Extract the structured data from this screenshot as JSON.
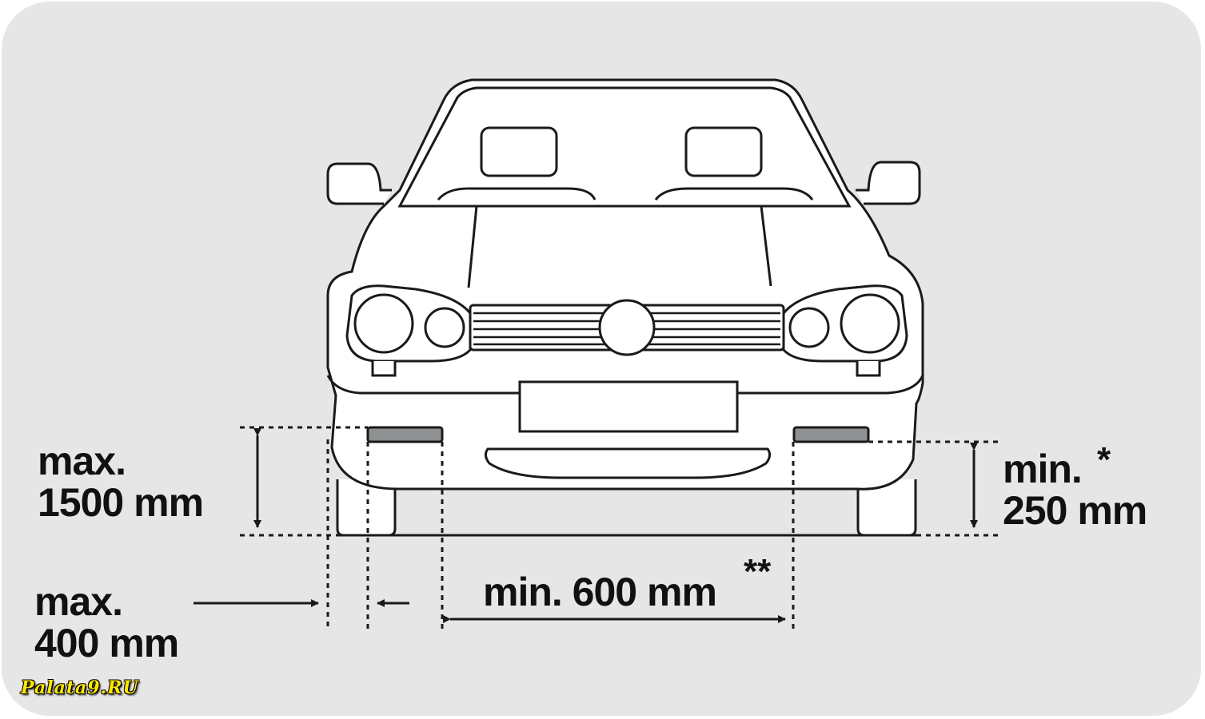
{
  "colors": {
    "background": "#e6e6e7",
    "outline": "#1a1a1a",
    "car_fill": "#ffffff",
    "reflector": "#8f9092"
  },
  "labels": {
    "max_height_line1": "max.",
    "max_height_line2": "1500 mm",
    "min_height_line1": "min.",
    "min_height_mark": "*",
    "min_height_line2": "250 mm",
    "min_spacing": "min. 600 mm",
    "min_spacing_mark": "**",
    "max_edge_line1": "max.",
    "max_edge_line2": "400 mm"
  },
  "watermark": "Palata9.RU"
}
